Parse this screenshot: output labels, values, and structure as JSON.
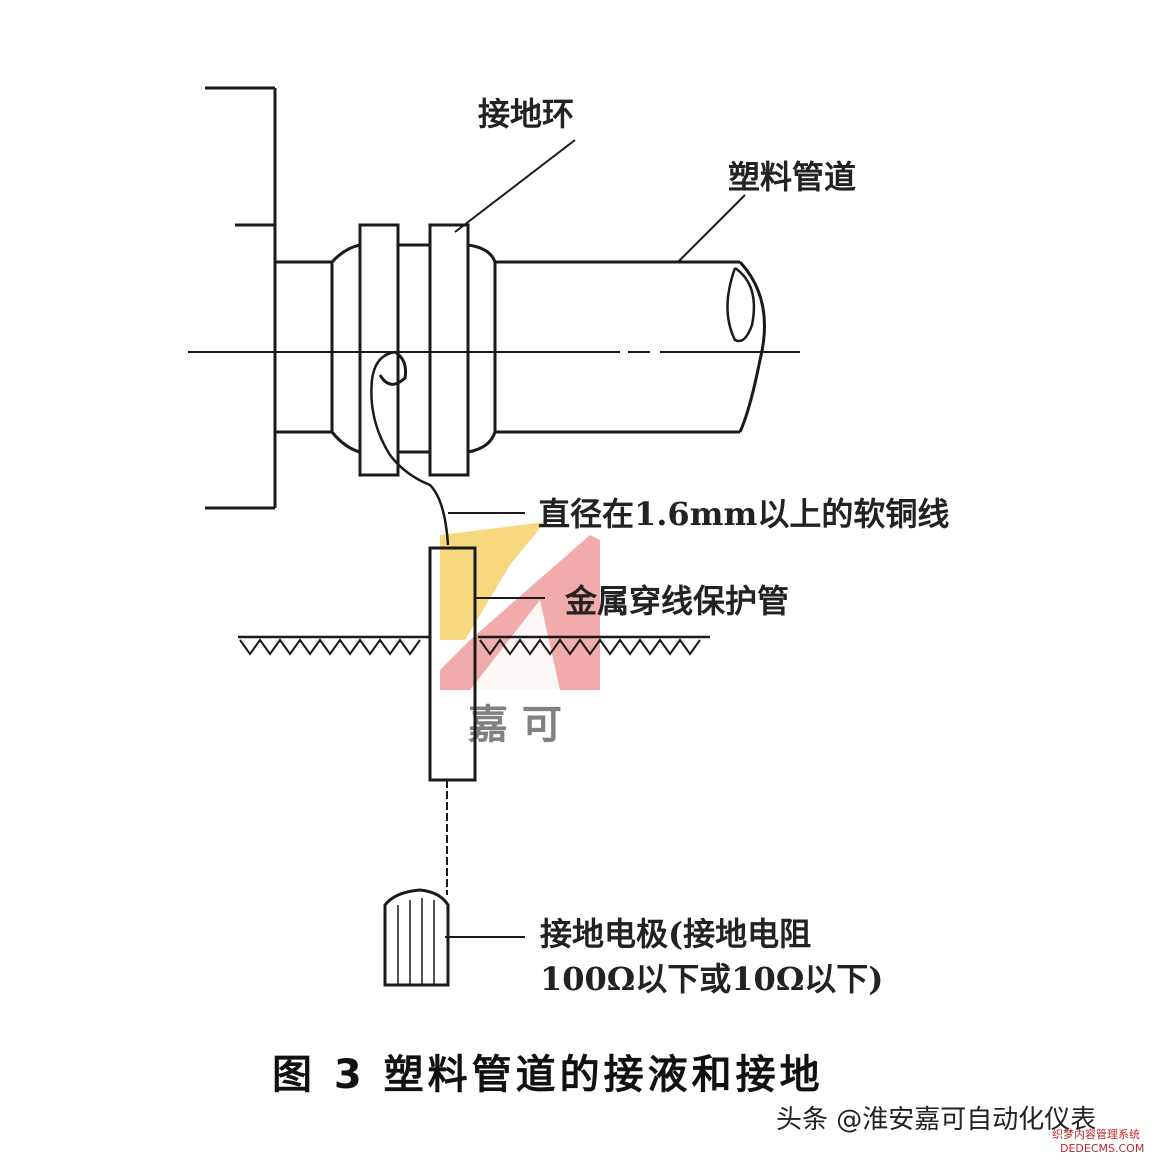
{
  "diagram": {
    "labels": {
      "grounding_ring": "接地环",
      "plastic_pipe": "塑料管道",
      "copper_wire": "直径在1.6mm以上的软铜线",
      "protective_tube": "金属穿线保护管",
      "electrode_line1": "接地电极(接地电阻",
      "electrode_line2": "100Ω以下或10Ω以下)"
    },
    "caption": "图 3  塑料管道的接液和接地",
    "logo_text": "嘉 可",
    "watermark": "头条 @淮安嘉可自动化仪表",
    "watermark_site": "织梦内容管理系统",
    "watermark_site2": "DEDECMS.COM",
    "colors": {
      "line": "#1a1a1a",
      "logo_yellow": "#f5c542",
      "logo_red": "#e04a4a"
    }
  }
}
